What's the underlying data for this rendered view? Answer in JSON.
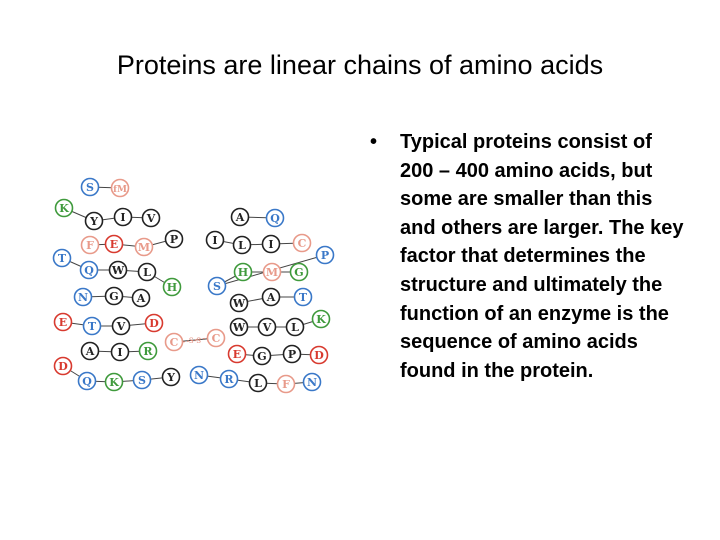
{
  "slide": {
    "title": "Proteins are linear chains of amino acids",
    "bullet": "Typical proteins consist of 200 – 400 amino acids, but some are smaller than this and others are larger.   The key factor that determines the structure and ultimately the function of an enzyme is the sequence of amino acids found in the protein.",
    "bullet_marker": "•"
  },
  "figure": {
    "colors": {
      "red": "#d83a2f",
      "blue": "#3a78c8",
      "green": "#3f9a3c",
      "black": "#222222",
      "pink": "#e89a8a",
      "bond": "#444444",
      "disulfide": "#e08a7a"
    },
    "residues": [
      {
        "l": "S",
        "c": "blue"
      },
      {
        "l": "fM",
        "c": "pink"
      },
      {
        "l": "K",
        "c": "green"
      },
      {
        "l": "Y",
        "c": "black"
      },
      {
        "l": "I",
        "c": "black"
      },
      {
        "l": "V",
        "c": "black"
      },
      {
        "l": "F",
        "c": "pink"
      },
      {
        "l": "E",
        "c": "red"
      },
      {
        "l": "M",
        "c": "pink"
      },
      {
        "l": "P",
        "c": "black"
      },
      {
        "l": "T",
        "c": "blue"
      },
      {
        "l": "Q",
        "c": "blue"
      },
      {
        "l": "W",
        "c": "black"
      },
      {
        "l": "L",
        "c": "black"
      },
      {
        "l": "H",
        "c": "green"
      },
      {
        "l": "N",
        "c": "blue"
      },
      {
        "l": "G",
        "c": "black"
      },
      {
        "l": "A",
        "c": "black"
      },
      {
        "l": "E",
        "c": "red"
      },
      {
        "l": "T",
        "c": "blue"
      },
      {
        "l": "V",
        "c": "black"
      },
      {
        "l": "D",
        "c": "red"
      },
      {
        "l": "A",
        "c": "black"
      },
      {
        "l": "I",
        "c": "black"
      },
      {
        "l": "R",
        "c": "green"
      },
      {
        "l": "D",
        "c": "red"
      },
      {
        "l": "Q",
        "c": "blue"
      },
      {
        "l": "K",
        "c": "green"
      },
      {
        "l": "S",
        "c": "blue"
      },
      {
        "l": "Y",
        "c": "black"
      },
      {
        "l": "C",
        "c": "pink"
      },
      {
        "l": "C",
        "c": "pink"
      },
      {
        "l": "A",
        "c": "black"
      },
      {
        "l": "Q",
        "c": "blue"
      },
      {
        "l": "I",
        "c": "black"
      },
      {
        "l": "L",
        "c": "black"
      },
      {
        "l": "I",
        "c": "black"
      },
      {
        "l": "C",
        "c": "pink"
      },
      {
        "l": "P",
        "c": "blue"
      },
      {
        "l": "S",
        "c": "blue"
      },
      {
        "l": "H",
        "c": "green"
      },
      {
        "l": "M",
        "c": "pink"
      },
      {
        "l": "G",
        "c": "green"
      },
      {
        "l": "W",
        "c": "black"
      },
      {
        "l": "A",
        "c": "black"
      },
      {
        "l": "T",
        "c": "blue"
      },
      {
        "l": "W",
        "c": "black"
      },
      {
        "l": "V",
        "c": "black"
      },
      {
        "l": "L",
        "c": "black"
      },
      {
        "l": "K",
        "c": "green"
      },
      {
        "l": "E",
        "c": "red"
      },
      {
        "l": "G",
        "c": "black"
      },
      {
        "l": "P",
        "c": "black"
      },
      {
        "l": "D",
        "c": "red"
      },
      {
        "l": "N",
        "c": "blue"
      },
      {
        "l": "R",
        "c": "blue"
      },
      {
        "l": "L",
        "c": "black"
      },
      {
        "l": "F",
        "c": "pink"
      },
      {
        "l": "N",
        "c": "blue"
      }
    ],
    "disulfide_label": "S-S"
  }
}
